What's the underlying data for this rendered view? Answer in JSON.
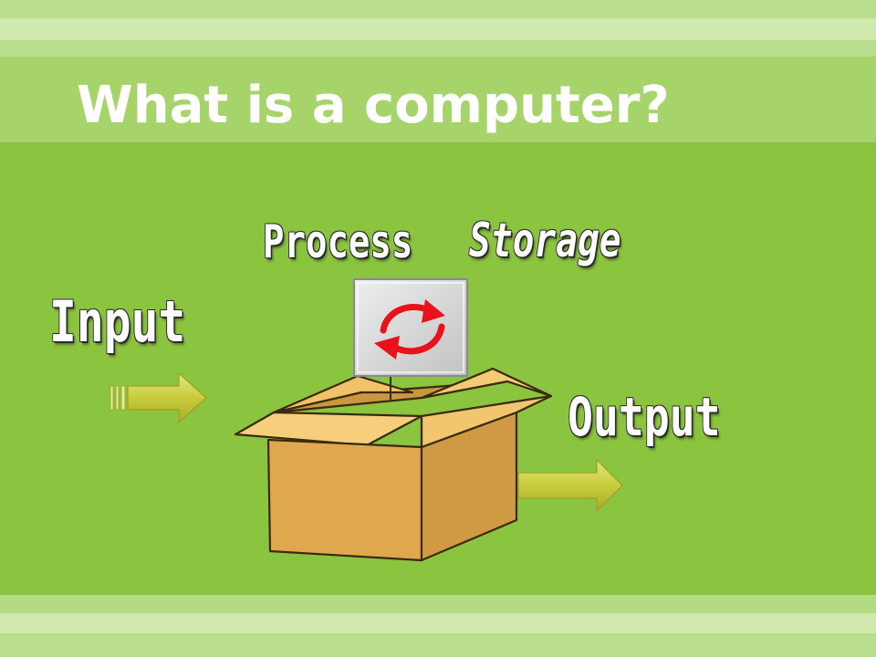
{
  "slide": {
    "title": "What is a computer?",
    "background_color": "#8bc43f"
  },
  "diagram": {
    "labels": {
      "process": "Process",
      "storage": "Storage",
      "input": "Input",
      "output": "Output"
    },
    "icons": {
      "process_icon": "cycle-arrows-icon",
      "box_icon": "open-box-icon",
      "input_arrow": "arrow-right-icon",
      "output_arrow": "arrow-right-icon"
    },
    "colors": {
      "arrow_fill": "#c8cc3c",
      "box_fill": "#f2c46a",
      "cycle_red": "#e8131a"
    }
  }
}
